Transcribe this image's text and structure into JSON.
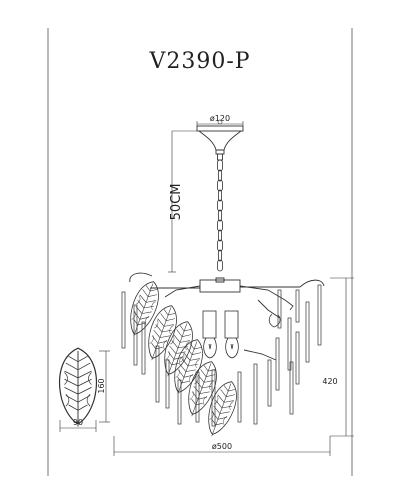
{
  "drawing": {
    "model": "V2390-P",
    "dimensions": {
      "canopy_diameter": "ø120",
      "chain_length": "50CM",
      "overall_height": "420",
      "overall_diameter": "ø500",
      "leaf_height": "160",
      "leaf_width": "90"
    }
  },
  "colors": {
    "line": "#333333",
    "background": "#ffffff"
  }
}
